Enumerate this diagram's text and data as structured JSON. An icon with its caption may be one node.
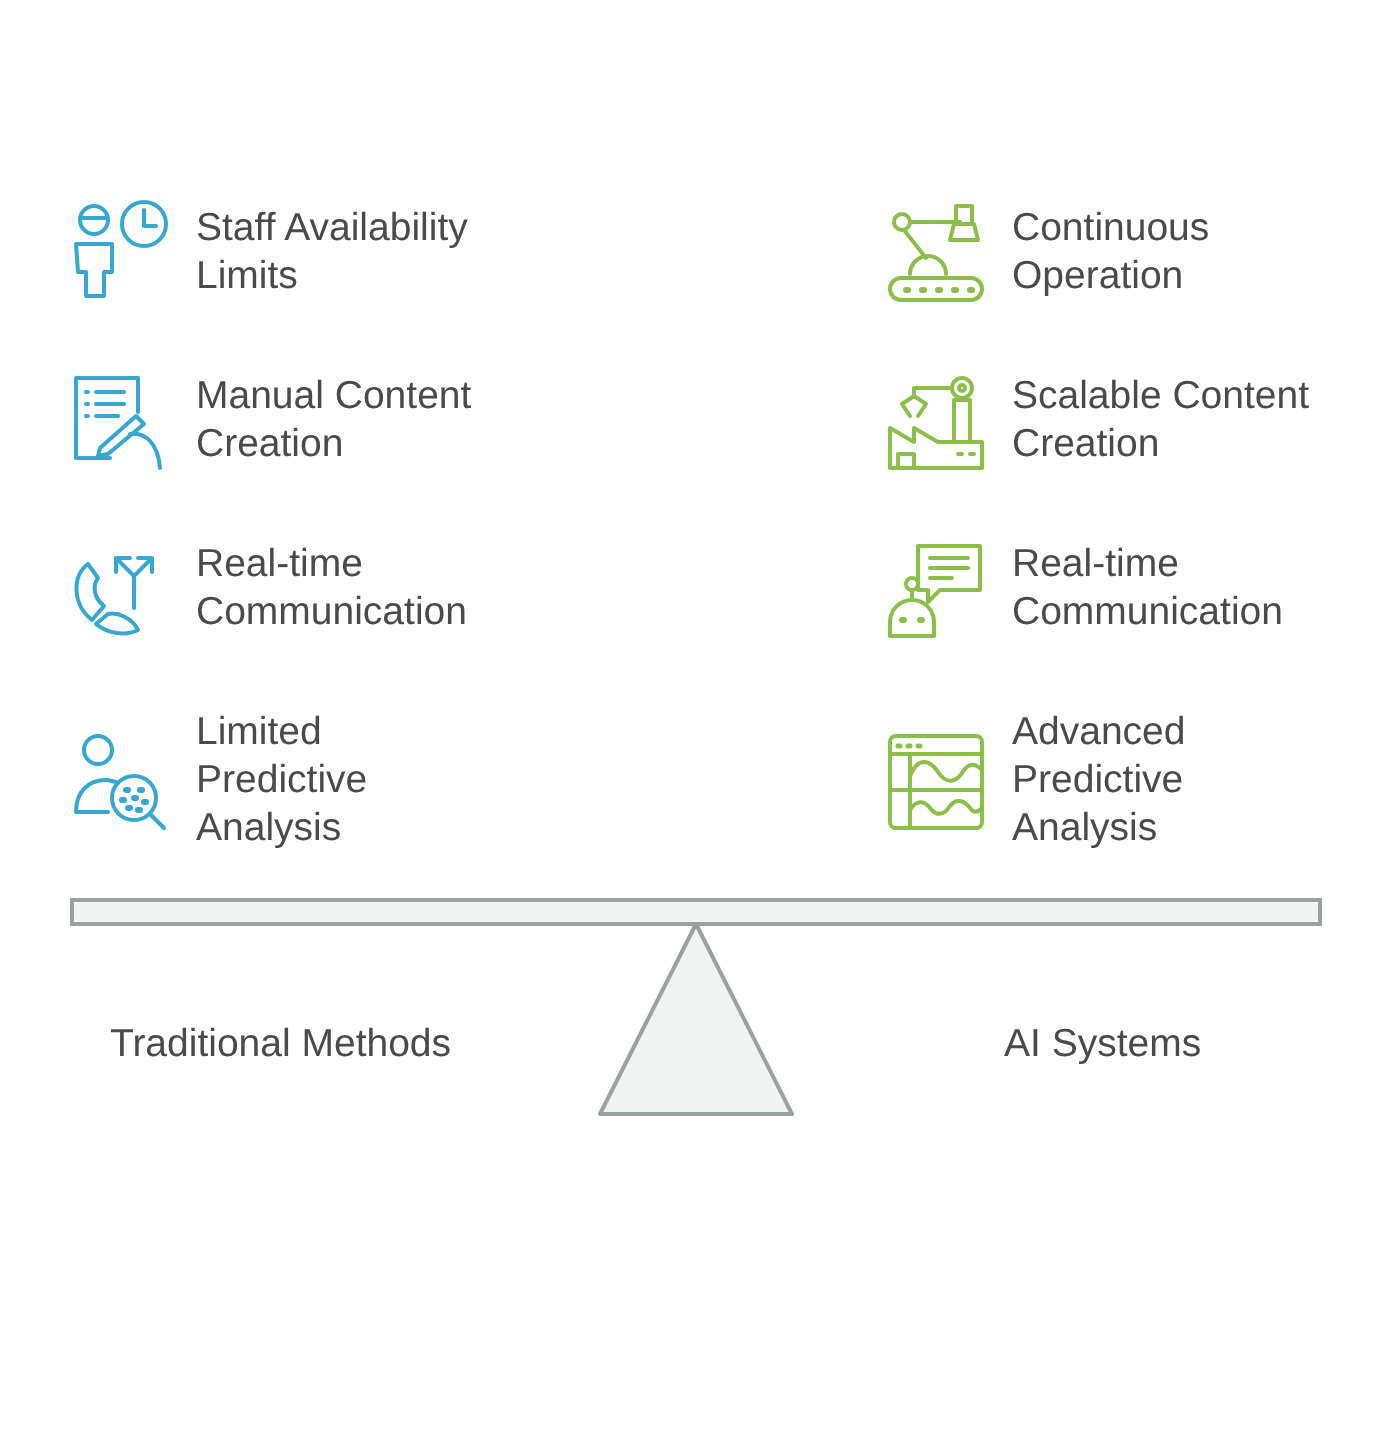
{
  "diagram": {
    "labels": [
      "Staff Availability Limits",
      "Continuous Operation",
      "Manual Content Creation",
      "Scalable Content Creation",
      "Real-time Communication",
      "Real-time Communication",
      "Limited Predictive Analysis",
      "Advanced Predictive Analysis",
      "Traditional Methods",
      "AI Systems"
    ]
  }
}
